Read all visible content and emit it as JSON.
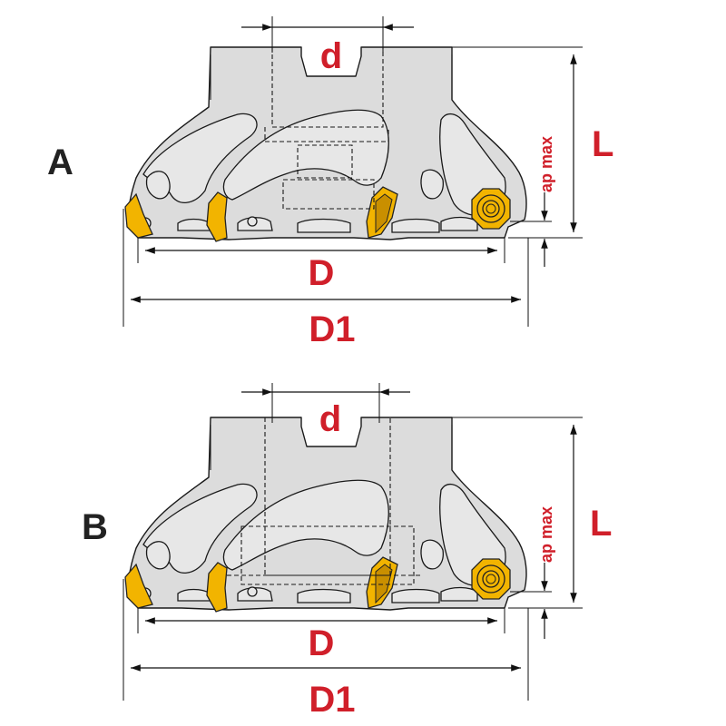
{
  "figure": {
    "views": [
      {
        "id": "A",
        "label": "A",
        "dims": {
          "d": "d",
          "L": "L",
          "ap": "ap max",
          "D": "D",
          "D1": "D1"
        }
      },
      {
        "id": "B",
        "label": "B",
        "dims": {
          "d": "d",
          "L": "L",
          "ap": "ap max",
          "D": "D",
          "D1": "D1"
        }
      }
    ]
  },
  "colors": {
    "dimension_text": "#d01f2a",
    "insert": "#f2b400",
    "body": "#dcdcdc",
    "outline": "#1a1a1a"
  }
}
